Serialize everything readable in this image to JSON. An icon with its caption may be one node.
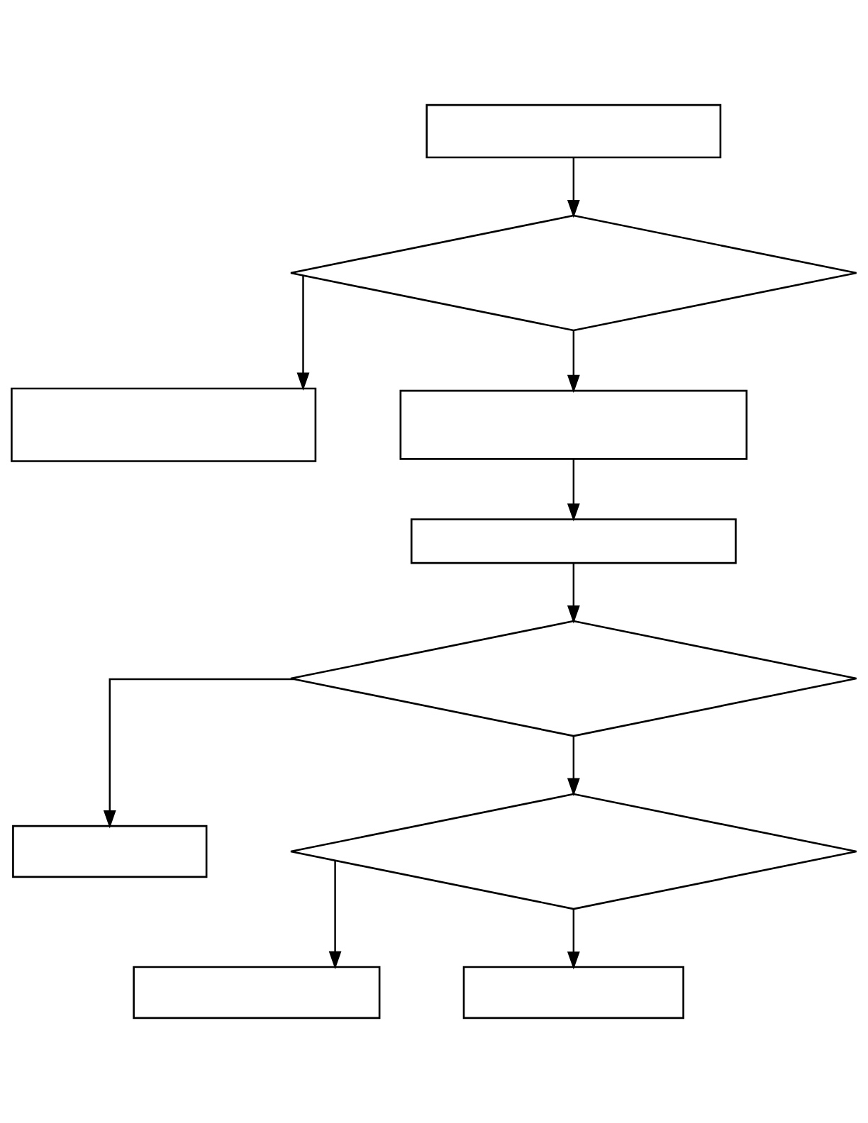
{
  "diagram": {
    "nodes": [
      {
        "text": [],
        "shape": "box"
      },
      {
        "text": [],
        "shape": "diamond"
      },
      {
        "text": [],
        "shape": "box"
      },
      {
        "text": [],
        "shape": "box"
      },
      {
        "text": [],
        "shape": "box"
      },
      {
        "text": [],
        "shape": "diamond"
      },
      {
        "text": [],
        "shape": "box"
      },
      {
        "text": [],
        "shape": "diamond"
      },
      {
        "text": [],
        "shape": "box"
      },
      {
        "text": [],
        "shape": "box"
      }
    ],
    "edges": [
      {
        "from": 0,
        "to": 1,
        "arrow": "to"
      },
      {
        "from": 1,
        "to": 2,
        "arrow": "to"
      },
      {
        "from": 1,
        "to": 3,
        "arrow": "to"
      },
      {
        "from": 3,
        "to": 4,
        "arrow": "to"
      },
      {
        "from": 4,
        "to": 5,
        "arrow": "to"
      },
      {
        "from": 5,
        "to": 6,
        "arrow": "to"
      },
      {
        "from": 5,
        "to": 7,
        "arrow": "to"
      },
      {
        "from": 7,
        "to": 8,
        "arrow": "to"
      },
      {
        "from": 7,
        "to": 9,
        "arrow": "to"
      }
    ]
  }
}
